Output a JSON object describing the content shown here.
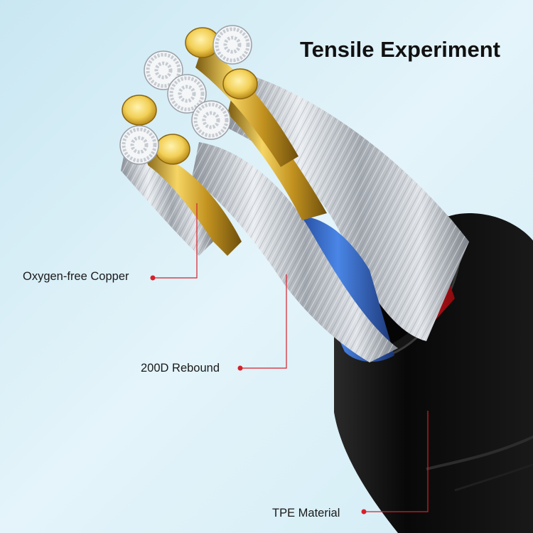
{
  "title": "Tensile Experiment",
  "callouts": {
    "copper": "Oxygen-free Copper",
    "rebound": "200D Rebound",
    "tpe": "TPE Material"
  },
  "colors": {
    "background": "#d6eef6",
    "jacket": "#0e0e0e",
    "blue_wire": "#2f63c8",
    "red_wire": "#d8141b",
    "gold_core": "#e2b93a",
    "leader_line": "#d6202a"
  }
}
